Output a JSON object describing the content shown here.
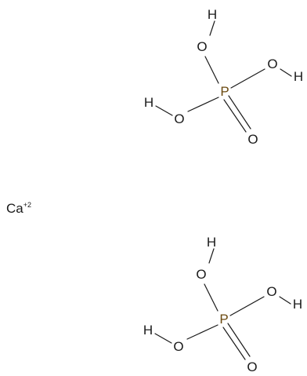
{
  "cation": {
    "symbol": "Ca",
    "charge": "+2"
  },
  "molecules": [
    {
      "name": "phosphoric-acid-1",
      "atoms": {
        "p": "P",
        "o_top": "O",
        "h_top": "H",
        "o_right": "O",
        "h_right": "H",
        "o_left": "O",
        "h_left": "H",
        "o_double": "O"
      }
    },
    {
      "name": "phosphoric-acid-2",
      "atoms": {
        "p": "P",
        "o_top": "O",
        "h_top": "H",
        "o_right": "O",
        "h_right": "H",
        "o_left": "O",
        "h_left": "H",
        "o_double": "O"
      }
    }
  ],
  "colors": {
    "phosphorus": "#6b4a10",
    "default": "#1a1a1a"
  }
}
